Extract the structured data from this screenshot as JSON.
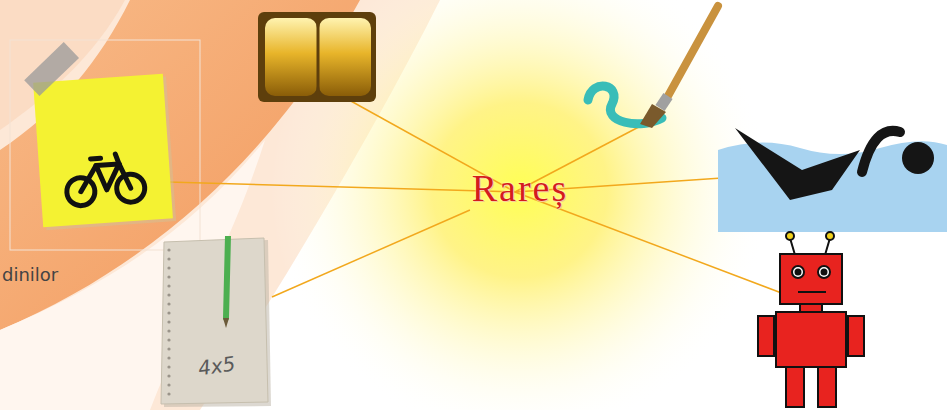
{
  "diagram": {
    "nodes": [
      {
        "text": [
          "Rareș"
        ]
      },
      {
        "text": [
          "4x5"
        ]
      }
    ],
    "edges": [
      {
        "from": 0,
        "to": 1,
        "arrow": "none"
      }
    ],
    "labels": [
      "dinilor"
    ]
  }
}
